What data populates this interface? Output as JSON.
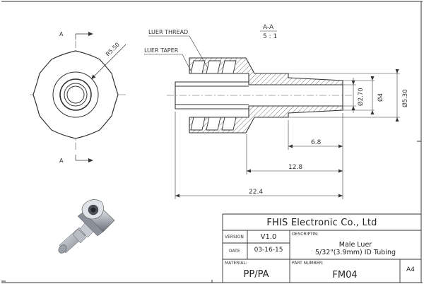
{
  "section_view": {
    "title": "A-A",
    "scale": "5 : 1",
    "callouts": {
      "luer_thread": "LUER THREAD",
      "luer_taper": "LUER TAPER"
    }
  },
  "end_view": {
    "section_marker": "A",
    "radius_dim": "R5.50"
  },
  "dimensions": {
    "bore_diameter": "Ø2.70",
    "tip_diameter": "Ø4",
    "barb_diameter": "Ø5.30",
    "tip_length": "6.8",
    "shank_length": "12.8",
    "overall_length": "22.4"
  },
  "title_block": {
    "company": "FHIS Electronic Co., Ltd",
    "version_label": "VERSION",
    "version": "V1.0",
    "date_label": "DATE",
    "date": "03-16-15",
    "description_label": "DESCRIPTIN:",
    "description_line1": "Male Luer",
    "description_line2": "5/32\"(3.9mm) ID Tubing",
    "material_label": "MATERIAL:",
    "material": "PP/PA",
    "part_number_label": "PART NUMBER:",
    "part_number": "FM04",
    "sheet_size": "A4"
  },
  "colors": {
    "line": "#333333",
    "hatch": "#555555",
    "metal_light": "#d9dde2",
    "metal_dark": "#6b7079"
  }
}
